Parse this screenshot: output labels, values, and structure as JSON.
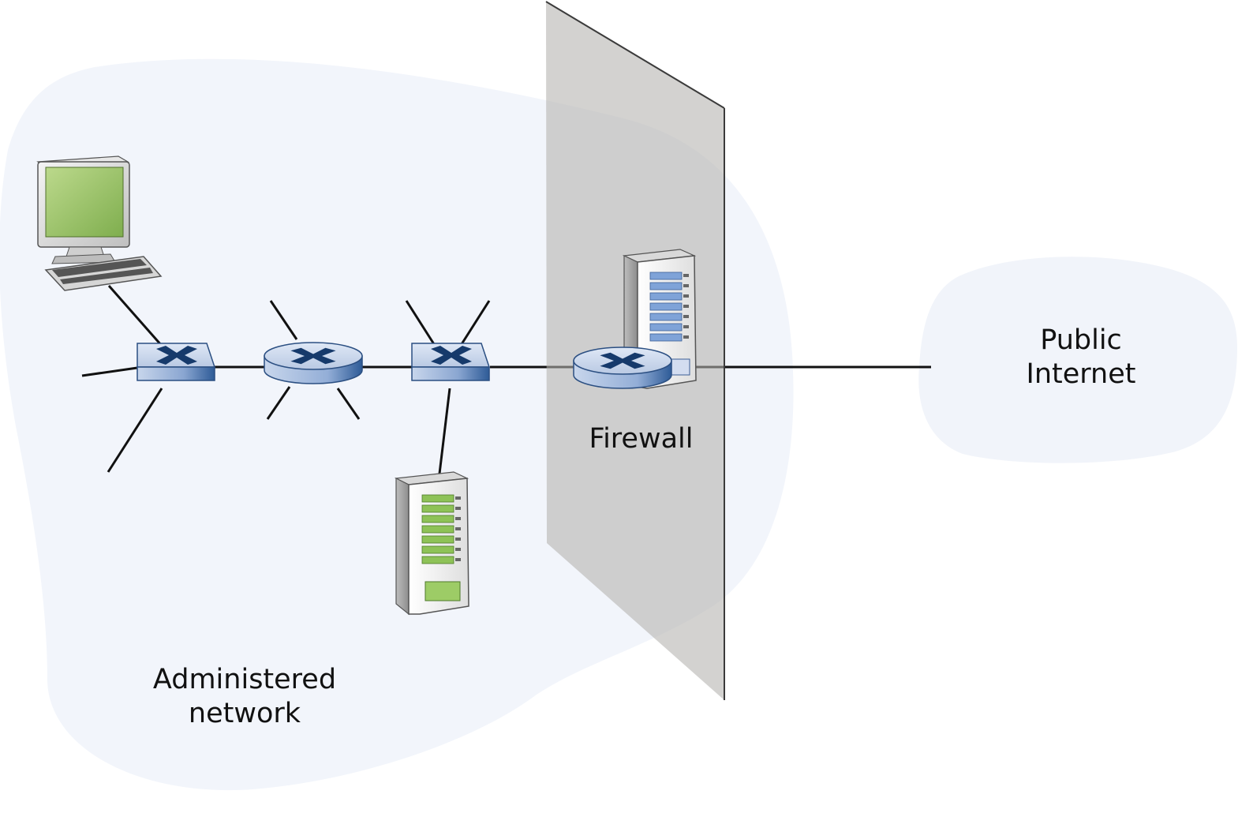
{
  "labels": {
    "administered_network": "Administered\nnetwork",
    "public_internet": "Public\nInternet",
    "firewall": "Firewall"
  },
  "colors": {
    "cloud_fill": "#f2f5fb",
    "firewall_panel": "#c4c2bf",
    "panel_edge": "#3b3b3b",
    "device_blue": "#4a6fa8",
    "device_light": "#c9d6ec",
    "x_mark": "#163a6b",
    "monitor_screen": "#9bc46a",
    "server_green": "#8ec257",
    "server_blue": "#7fa3d8",
    "link": "#111111"
  },
  "icons": [
    "workstation-icon",
    "switch-icon",
    "router-icon",
    "server-icon",
    "firewall-router-icon",
    "firewall-server-icon"
  ]
}
